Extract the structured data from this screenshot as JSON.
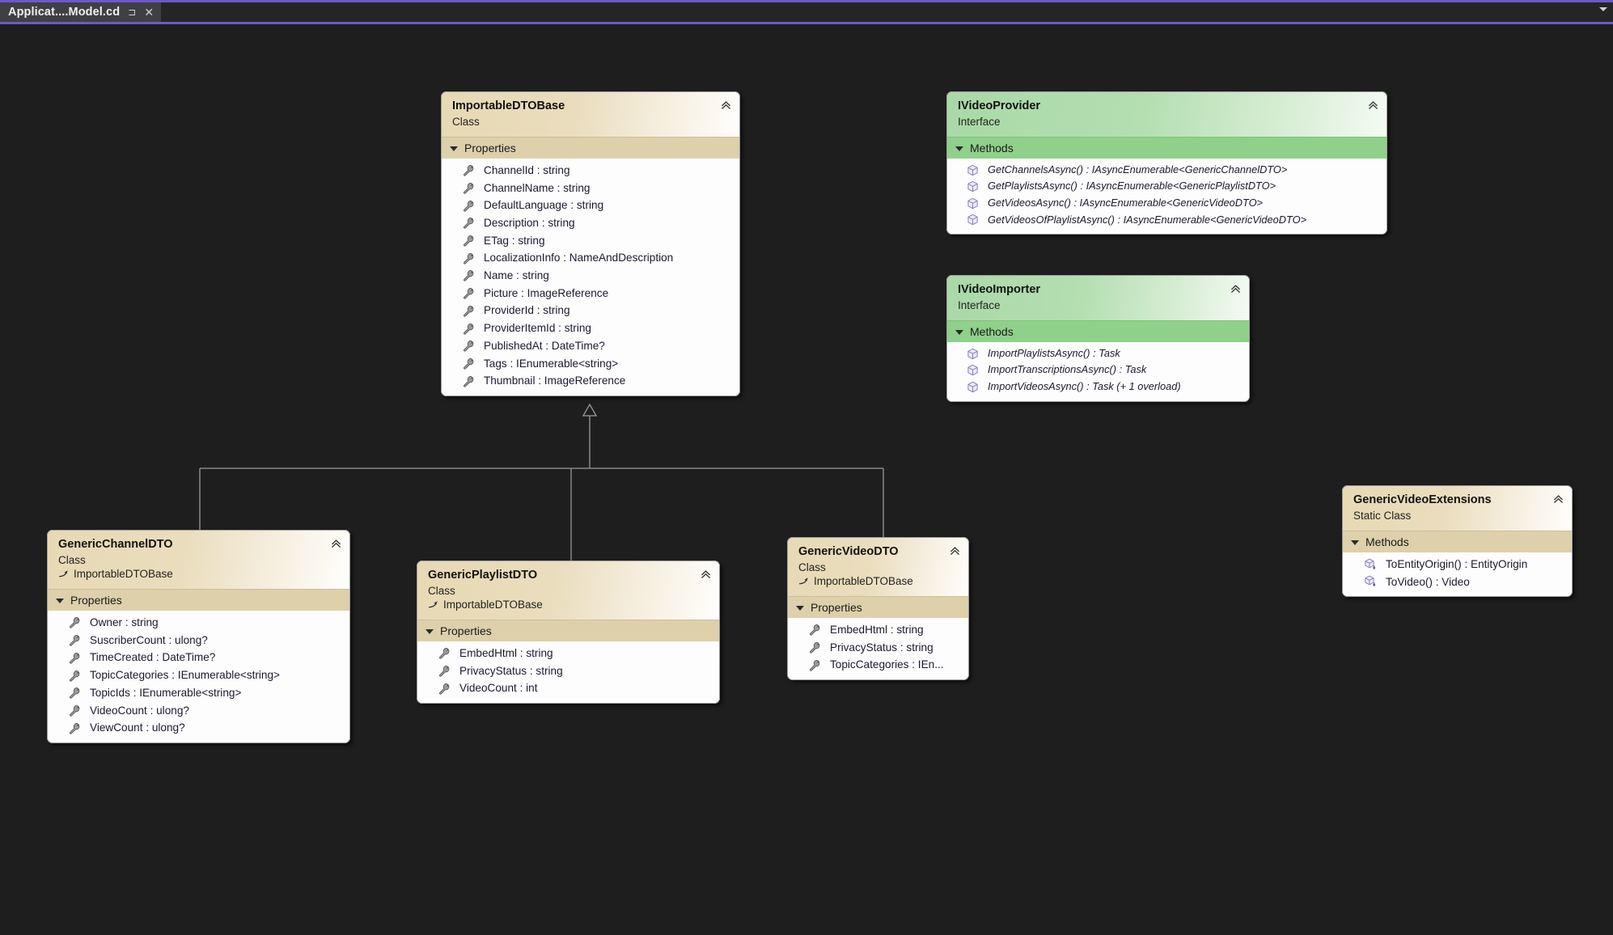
{
  "window": {
    "tab": {
      "label": "Applicat....Model.cd",
      "pin_icon": "pin-icon",
      "close_icon": "close-icon"
    },
    "overflow_icon": "chevron-down-icon",
    "accent_color": "#6f58c9",
    "canvas_color": "#1e1e1e"
  },
  "diagram": {
    "type": "uml-class-diagram",
    "colors": {
      "class_header": "#e7d9b4",
      "class_section": "#ddd0ab",
      "interface_header": "#a9d9a7",
      "interface_section": "#8fd08b",
      "member_text": "#1a1a2e"
    },
    "shapes": [
      {
        "id": "ImportableDTOBase",
        "name": "ImportableDTOBase",
        "stereotype": "Class",
        "kind": "class",
        "base": null,
        "collapse_icon": "chevrons-up-icon",
        "sections": [
          {
            "label": "Properties",
            "icon": "property-icon",
            "members": [
              "ChannelId : string",
              "ChannelName : string",
              "DefaultLanguage : string",
              "Description : string",
              "ETag : string",
              "LocalizationInfo : NameAndDescription",
              "Name : string",
              "Picture : ImageReference",
              "ProviderId : string",
              "ProviderItemId : string",
              "PublishedAt : DateTime?",
              "Tags : IEnumerable<string>",
              "Thumbnail : ImageReference"
            ]
          }
        ]
      },
      {
        "id": "IVideoProvider",
        "name": "IVideoProvider",
        "stereotype": "Interface",
        "kind": "interface",
        "base": null,
        "collapse_icon": "chevrons-up-icon",
        "sections": [
          {
            "label": "Methods",
            "icon": "method-icon",
            "members": [
              "GetChannelsAsync() : IAsyncEnumerable<GenericChannelDTO>",
              "GetPlaylistsAsync() : IAsyncEnumerable<GenericPlaylistDTO>",
              "GetVideosAsync() : IAsyncEnumerable<GenericVideoDTO>",
              "GetVideosOfPlaylistAsync() : IAsyncEnumerable<GenericVideoDTO>"
            ]
          }
        ]
      },
      {
        "id": "IVideoImporter",
        "name": "IVideoImporter",
        "stereotype": "Interface",
        "kind": "interface",
        "base": null,
        "collapse_icon": "chevrons-up-icon",
        "sections": [
          {
            "label": "Methods",
            "icon": "method-icon",
            "members": [
              "ImportPlaylistsAsync() : Task",
              "ImportTranscriptionsAsync() : Task",
              "ImportVideosAsync() : Task (+ 1 overload)"
            ]
          }
        ]
      },
      {
        "id": "GenericChannelDTO",
        "name": "GenericChannelDTO",
        "stereotype": "Class",
        "kind": "class",
        "base": "ImportableDTOBase",
        "base_icon": "inheritance-arrow-icon",
        "collapse_icon": "chevrons-up-icon",
        "sections": [
          {
            "label": "Properties",
            "icon": "property-icon",
            "members": [
              "Owner : string",
              "SuscriberCount : ulong?",
              "TimeCreated : DateTime?",
              "TopicCategories : IEnumerable<string>",
              "TopicIds : IEnumerable<string>",
              "VideoCount : ulong?",
              "ViewCount : ulong?"
            ]
          }
        ]
      },
      {
        "id": "GenericPlaylistDTO",
        "name": "GenericPlaylistDTO",
        "stereotype": "Class",
        "kind": "class",
        "base": "ImportableDTOBase",
        "base_icon": "inheritance-arrow-icon",
        "collapse_icon": "chevrons-up-icon",
        "sections": [
          {
            "label": "Properties",
            "icon": "property-icon",
            "members": [
              "EmbedHtml : string",
              "PrivacyStatus : string",
              "VideoCount : int"
            ]
          }
        ]
      },
      {
        "id": "GenericVideoDTO",
        "name": "GenericVideoDTO",
        "stereotype": "Class",
        "kind": "class",
        "base": "ImportableDTOBase",
        "base_icon": "inheritance-arrow-icon",
        "collapse_icon": "chevrons-up-icon",
        "sections": [
          {
            "label": "Properties",
            "icon": "property-icon",
            "members": [
              "EmbedHtml : string",
              "PrivacyStatus : string",
              "TopicCategories  :  IEn..."
            ]
          }
        ]
      },
      {
        "id": "GenericVideoExtensions",
        "name": "GenericVideoExtensions",
        "stereotype": "Static Class",
        "kind": "class",
        "base": null,
        "selected": true,
        "collapse_icon": "chevrons-up-icon",
        "sections": [
          {
            "label": "Methods",
            "icon": "extension-method-icon",
            "members": [
              "ToEntityOrigin() : EntityOrigin",
              "ToVideo() : Video"
            ]
          }
        ]
      }
    ],
    "relationships": [
      {
        "from": "GenericChannelDTO",
        "to": "ImportableDTOBase",
        "type": "inheritance"
      },
      {
        "from": "GenericPlaylistDTO",
        "to": "ImportableDTOBase",
        "type": "inheritance"
      },
      {
        "from": "GenericVideoDTO",
        "to": "ImportableDTOBase",
        "type": "inheritance"
      }
    ]
  }
}
